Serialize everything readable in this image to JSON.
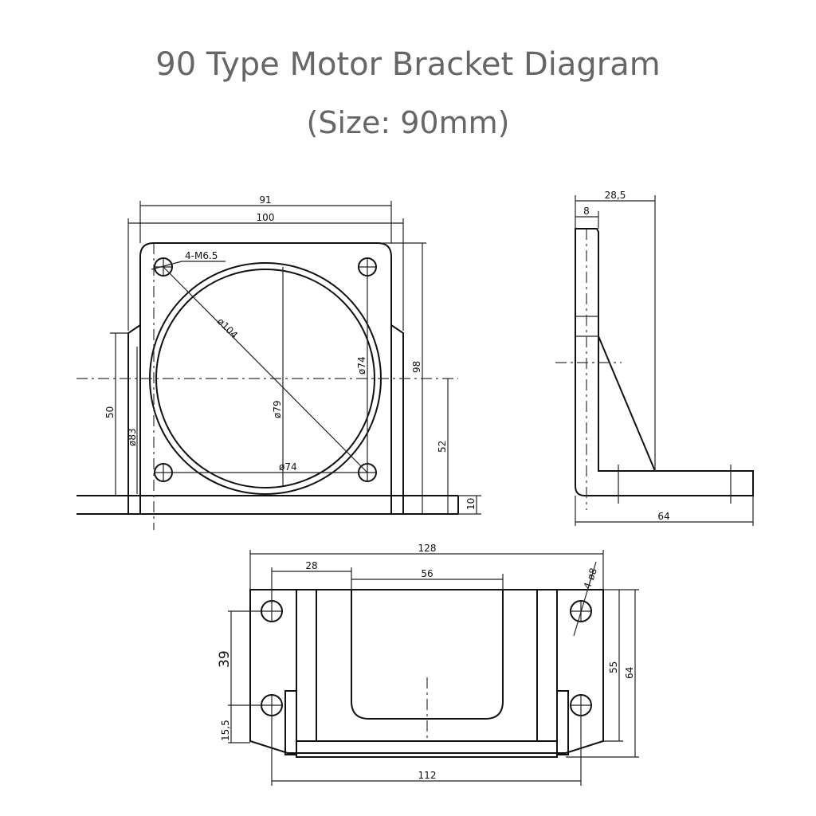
{
  "title": {
    "line1": "90 Type Motor Bracket Diagram",
    "line2": "(Size: 90mm)"
  },
  "front_view": {
    "dims": {
      "w_inner": "91",
      "w_outer": "100",
      "holes": "4-M6.5",
      "dia_diag": "ø104",
      "dia_v": "ø74",
      "dia_center": "ø79",
      "dia_h": "ø74",
      "dia_left": "ø83",
      "height_left": "50",
      "height_right": "98",
      "height_axis": "52",
      "base": "10"
    }
  },
  "side_view": {
    "dims": {
      "top_total": "28,5",
      "top_plate": "8",
      "bottom": "64"
    }
  },
  "bottom_view": {
    "dims": {
      "total": "128",
      "left": "28",
      "slot": "56",
      "holes": "4-ø8",
      "vert_a": "39",
      "vert_b": "15,5",
      "right_a": "55",
      "right_b": "64",
      "hole_span": "112"
    }
  }
}
